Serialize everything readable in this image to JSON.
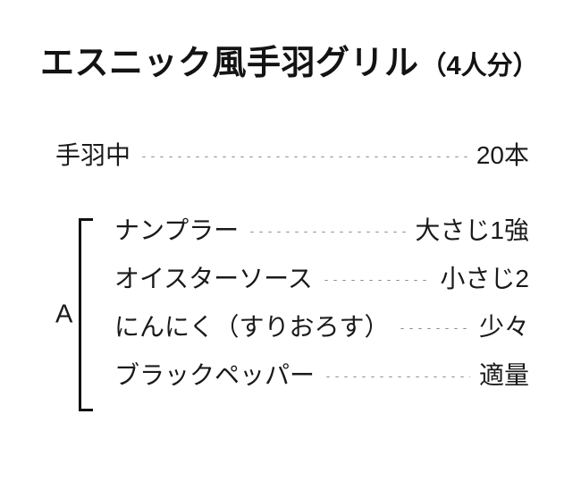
{
  "title": {
    "main": "エスニック風手羽グリル",
    "yield": "（4人分）"
  },
  "ingredients": {
    "single": [
      {
        "name": "手羽中",
        "amount": "20本"
      }
    ],
    "group": {
      "label": "A",
      "items": [
        {
          "name": "ナンプラー",
          "amount": "大さじ1強"
        },
        {
          "name": "オイスターソース",
          "amount": "小さじ2"
        },
        {
          "name": "にんにく（すりおろす）",
          "amount": "少々"
        },
        {
          "name": "ブラックペッパー",
          "amount": "適量"
        }
      ]
    }
  },
  "colors": {
    "background": "#ffffff",
    "text": "#1a1a1a",
    "title": "#131313",
    "leader_dots": "#8d8d8d",
    "bracket": "#111111"
  }
}
